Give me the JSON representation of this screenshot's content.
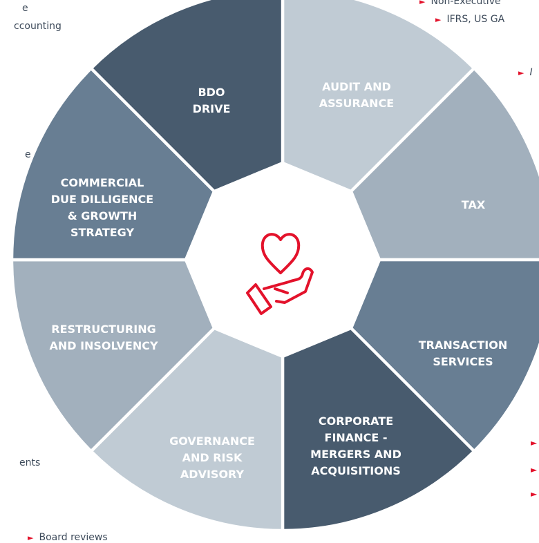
{
  "colors": {
    "dark": "#485b6e",
    "mid": "#687e93",
    "light": "#a2b0bd",
    "lightest": "#c0cbd4",
    "accent": "#e3122b",
    "center_icon": "heart-in-hand-icon"
  },
  "segments": [
    {
      "lines": [
        "AUDIT AND",
        "ASSURANCE"
      ],
      "color": "#c0cbd4"
    },
    {
      "lines": [
        "TAX"
      ],
      "color": "#a2b0bd"
    },
    {
      "lines": [
        "TRANSACTION",
        "SERVICES"
      ],
      "color": "#687e93"
    },
    {
      "lines": [
        "CORPORATE",
        "FINANCE -",
        "MERGERS AND",
        "ACQUISITIONS"
      ],
      "color": "#485b6e"
    },
    {
      "lines": [
        "GOVERNANCE",
        "AND RISK",
        "ADVISORY"
      ],
      "color": "#c0cbd4"
    },
    {
      "lines": [
        "RESTRUCTURING",
        "AND INSOLVENCY"
      ],
      "color": "#a2b0bd"
    },
    {
      "lines": [
        "COMMERCIAL",
        "DUE DILLIGENCE",
        "& GROWTH",
        "STRATEGY"
      ],
      "color": "#687e93"
    },
    {
      "lines": [
        "BDO",
        "DRIVE"
      ],
      "color": "#485b6e"
    }
  ],
  "side_text": {
    "top_left_1": "e",
    "top_left_2": "ccounting",
    "mid_left": "e",
    "bottom_left": "ents",
    "top_right_1": "Non-Executive",
    "top_right_2": "IFRS, US GA",
    "top_right_3": "I",
    "bottom_center": "Board reviews"
  }
}
